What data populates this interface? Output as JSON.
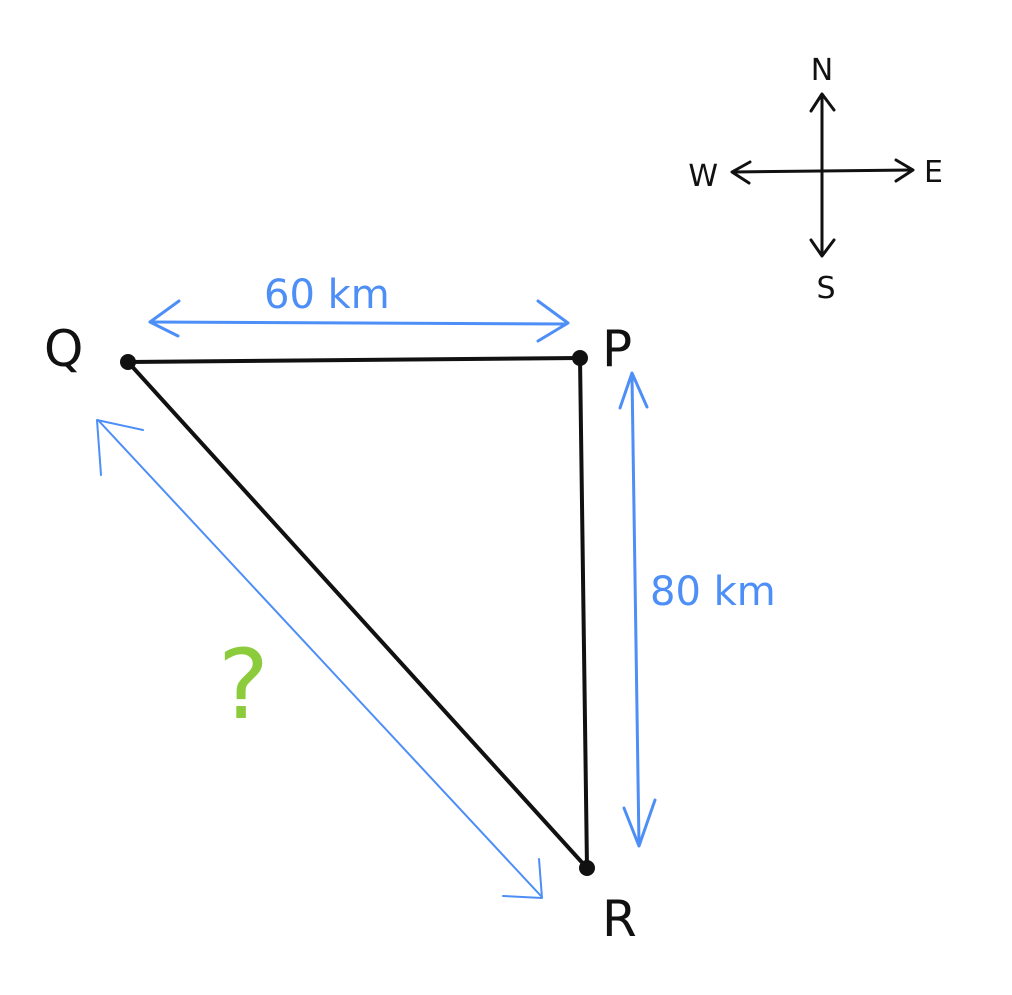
{
  "colors": {
    "ink": "#111111",
    "measure": "#4d8ef7",
    "unknown": "#8ccc3c"
  },
  "compass": {
    "north": "N",
    "south": "S",
    "east": "E",
    "west": "W"
  },
  "vertices": {
    "q": "Q",
    "p": "P",
    "r": "R"
  },
  "measures": {
    "qp": "60 km",
    "pr": "80 km",
    "qr": "?"
  }
}
